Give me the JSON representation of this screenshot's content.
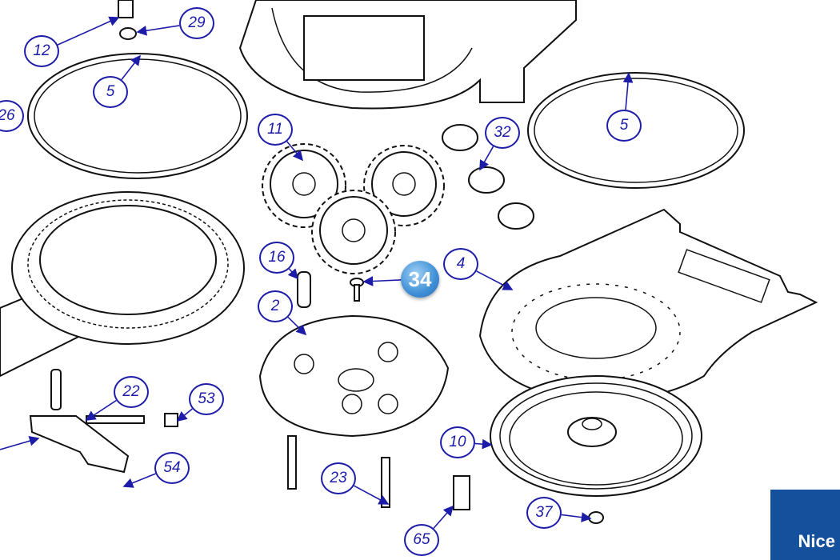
{
  "diagram": {
    "callouts": [
      {
        "label": "12"
      },
      {
        "label": "29"
      },
      {
        "label": "5"
      },
      {
        "label": "26"
      },
      {
        "label": "5"
      },
      {
        "label": "11"
      },
      {
        "label": "32"
      },
      {
        "label": "16"
      },
      {
        "label": "34",
        "highlighted": true
      },
      {
        "label": "4"
      },
      {
        "label": "2"
      },
      {
        "label": "22"
      },
      {
        "label": "53"
      },
      {
        "label": "54"
      },
      {
        "label": "10"
      },
      {
        "label": "23"
      },
      {
        "label": "65"
      },
      {
        "label": "37"
      }
    ],
    "accent_color": "#1c1ca8",
    "highlight_color": "#3f8fd6"
  },
  "brand": {
    "logo_text": "Nice",
    "color": "#14509c"
  }
}
